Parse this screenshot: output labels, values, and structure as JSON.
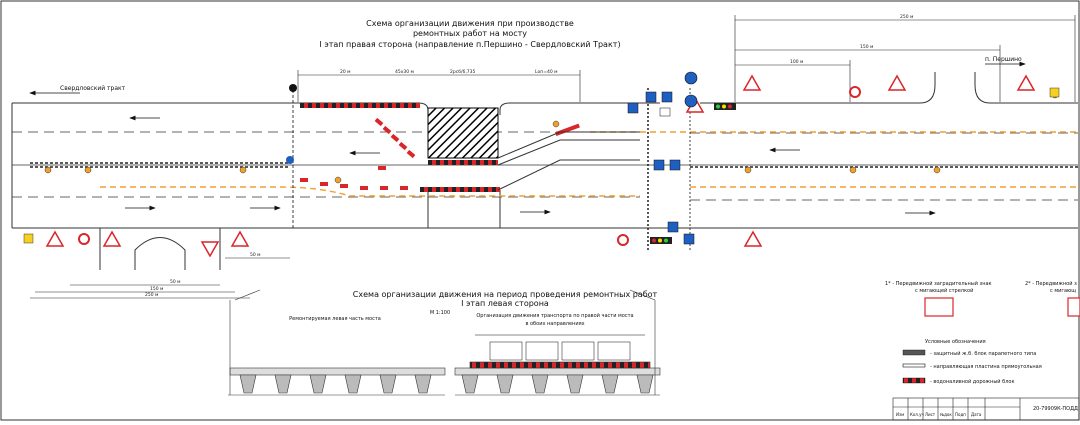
{
  "title_top": {
    "line1": "Схема организации движения при производстве",
    "line2": "ремонтных работ на мосту",
    "line3": "I этап правая сторона (направление п.Першино - Свердловский Тракт)"
  },
  "title_bottom": {
    "line1": "Схема организации движения на период проведения ремонтных работ",
    "line2": "I этап левая сторона",
    "scale": "М 1:100"
  },
  "road_labels": {
    "sverdlovsk": "Свердловский тракт",
    "pershino": "п. Першино"
  },
  "section_labels": {
    "repair_left": "Ремонтируемая левая часть моста",
    "traffic_org_1": "Организация движения транспорта по правой части моста",
    "traffic_org_2": "в обоих направлениях"
  },
  "legend": {
    "note1_a": "1* - Передвижной заградительный знак",
    "note1_b": "с мигающей стрелкой",
    "note2_a": "2* - Передвижной з",
    "note2_b": "с мигающ",
    "title": "Условные обозначения",
    "item1": "- защитный ж.б. блок парапетного типа",
    "item2": "- направляющая пластина прямоугольная",
    "item3": "- водоналивной дорожный блок"
  },
  "stamp": {
    "cols": [
      "Изм",
      "Кол.уч",
      "Лист",
      "№док",
      "Подп",
      "Дата"
    ],
    "code": "20-79909К-ПОДД"
  },
  "colors": {
    "road_line": "#2a2a2a",
    "barrier_red": "#d8262a",
    "marking_orange": "#f0a030",
    "sign_blue": "#1f5fbf",
    "work_zone_hatch": "#000000"
  }
}
